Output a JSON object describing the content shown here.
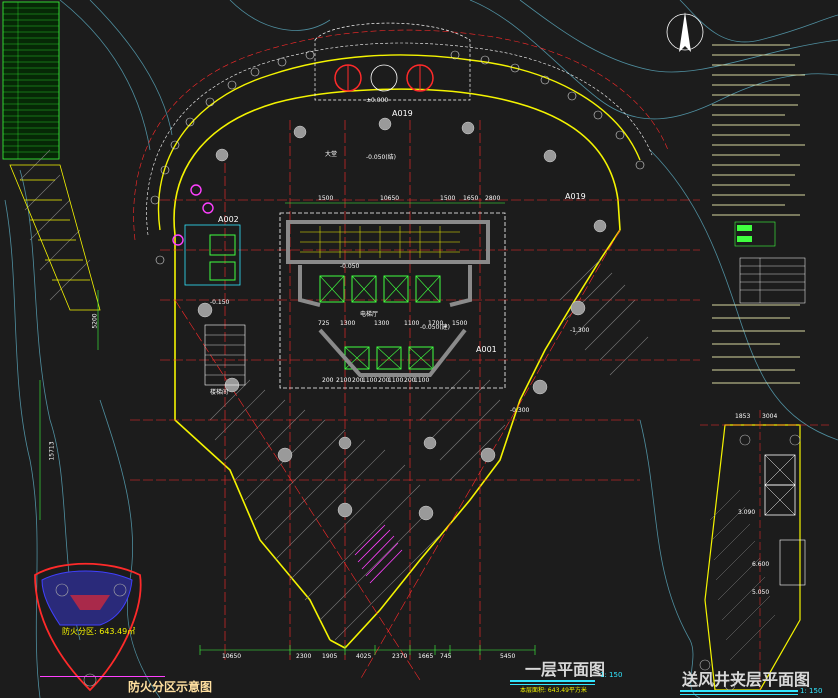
{
  "drawing": {
    "main_title": "一层平面图",
    "main_scale": "1: 150",
    "main_area": "本层面积: 643.49平方米",
    "shaft_title": "送风井夹层平面图",
    "shaft_scale": "1: 150",
    "fire_zone_title": "防火分区示意图",
    "fire_zone_label": "防火分区: 643.49㎡",
    "rooms": {
      "lobby": "大堂",
      "stair": "楼梯间",
      "elevator": "电梯厅"
    },
    "grid_tags": [
      "A002",
      "A001",
      "A019",
      "A019"
    ],
    "dimensions_bottom": [
      "10650",
      "2300",
      "1905",
      "4025",
      "2370",
      "1665",
      "745",
      "5450"
    ],
    "dimensions_core_top": [
      "1500",
      "10650",
      "1500",
      "1650",
      "2800"
    ],
    "dimensions_core_bottom": [
      "200",
      "2100",
      "200",
      "1100",
      "200",
      "1100",
      "200",
      "1100"
    ],
    "dimensions_core_mid": [
      "725",
      "1300",
      "1300",
      "1100",
      "1700",
      "1500"
    ],
    "dimensions_left": [
      "5200",
      "15713"
    ],
    "dimensions_right_top": [
      "1853",
      "3004"
    ],
    "elevations": [
      "±0.000",
      "-0.050",
      "-0.050(建)",
      "-0.050(结)",
      "-0.150",
      "-1.300",
      "-0.300",
      "3.090",
      "6.600",
      "5.050"
    ],
    "colors": {
      "background": "#1c1c1c",
      "red": "#ff2a2a",
      "yellow": "#f4f400",
      "cyan": "#32e6ff",
      "green": "#40ff40",
      "white": "#ffffff",
      "magenta": "#ff40ff",
      "grey": "#8a8a8a"
    }
  }
}
